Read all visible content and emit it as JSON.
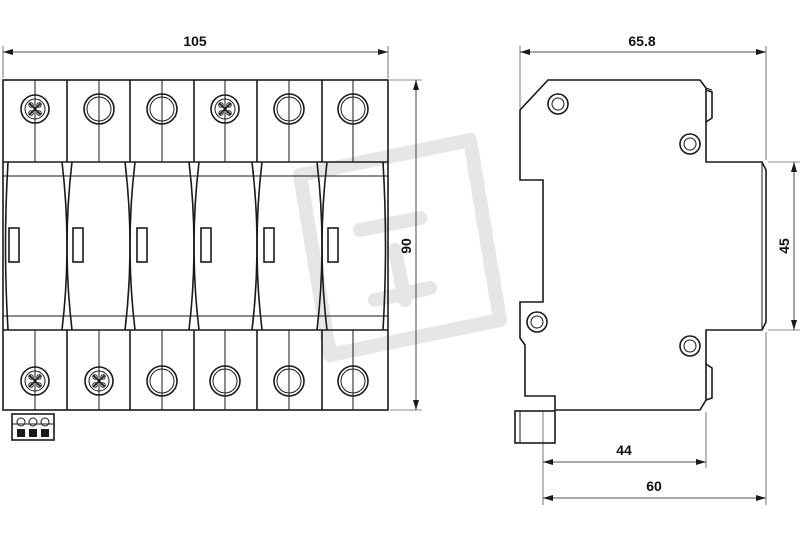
{
  "front_view": {
    "width_label": "105",
    "height_label": "90",
    "module_count": 6,
    "top_terminals": [
      "cross-screw",
      "round",
      "round",
      "cross-screw",
      "round",
      "round"
    ],
    "bottom_terminals": [
      "cross-screw",
      "cross-screw",
      "round",
      "round",
      "round",
      "round"
    ],
    "signal_contact_terminals": 3
  },
  "side_view": {
    "depth_label": "65.8",
    "front_face_label": "45",
    "rail_to_shoulder_label": "44",
    "rail_to_front_label": "60"
  },
  "colors": {
    "line": "#1a1a1a",
    "watermark": "#e6e6e6",
    "background": "#ffffff"
  }
}
